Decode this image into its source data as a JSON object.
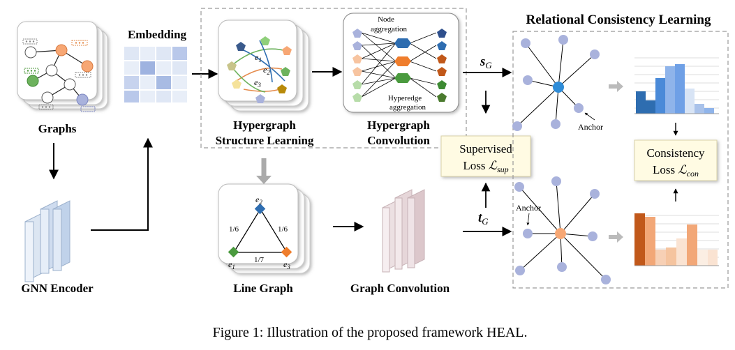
{
  "labels": {
    "graphs": "Graphs",
    "embedding": "Embedding",
    "gnn_encoder": "GNN Encoder",
    "hsl_line1": "Hypergraph",
    "hsl_line2": "Structure Learning",
    "hconv_line1": "Hypergraph",
    "hconv_line2": "Convolution",
    "node_agg_line1": "Node",
    "node_agg_line2": "aggregation",
    "hyperedge_agg_line1": "Hyperedge",
    "hyperedge_agg_line2": "aggregation",
    "line_graph": "Line Graph",
    "graph_convolution": "Graph Convolution",
    "rcl_title": "Relational Consistency Learning",
    "anchor_top": "Anchor",
    "anchor_bottom": "Anchor",
    "sup_loss_line1": "Supervised",
    "sup_loss_line2_prefix": "Loss ",
    "sup_loss_symbol": "ℒ",
    "sup_loss_sub": "sup",
    "con_loss_line1": "Consistency",
    "con_loss_line2_prefix": "Loss ",
    "con_loss_symbol": "ℒ",
    "con_loss_sub": "con",
    "s_g_main": "s",
    "s_g_sub": "G",
    "t_g_main": "t",
    "t_g_sub": "G",
    "e1": "e",
    "e1_sub": "1",
    "e2": "e",
    "e2_sub": "2",
    "e3": "e",
    "e3_sub": "3",
    "w_12": "1/6",
    "w_23": "1/6",
    "w_13": "1/7",
    "caption": "Figure 1: Illustration of the proposed framework HEAL."
  },
  "colors": {
    "blue_node": "#a9b2dc",
    "blue_dark": "#2e6db0",
    "orange_node": "#f7a774",
    "orange_dark": "#c1581a",
    "green_node": "#6db25d",
    "panel_border": "#999999",
    "loss_bg": "#fffbe3"
  }
}
